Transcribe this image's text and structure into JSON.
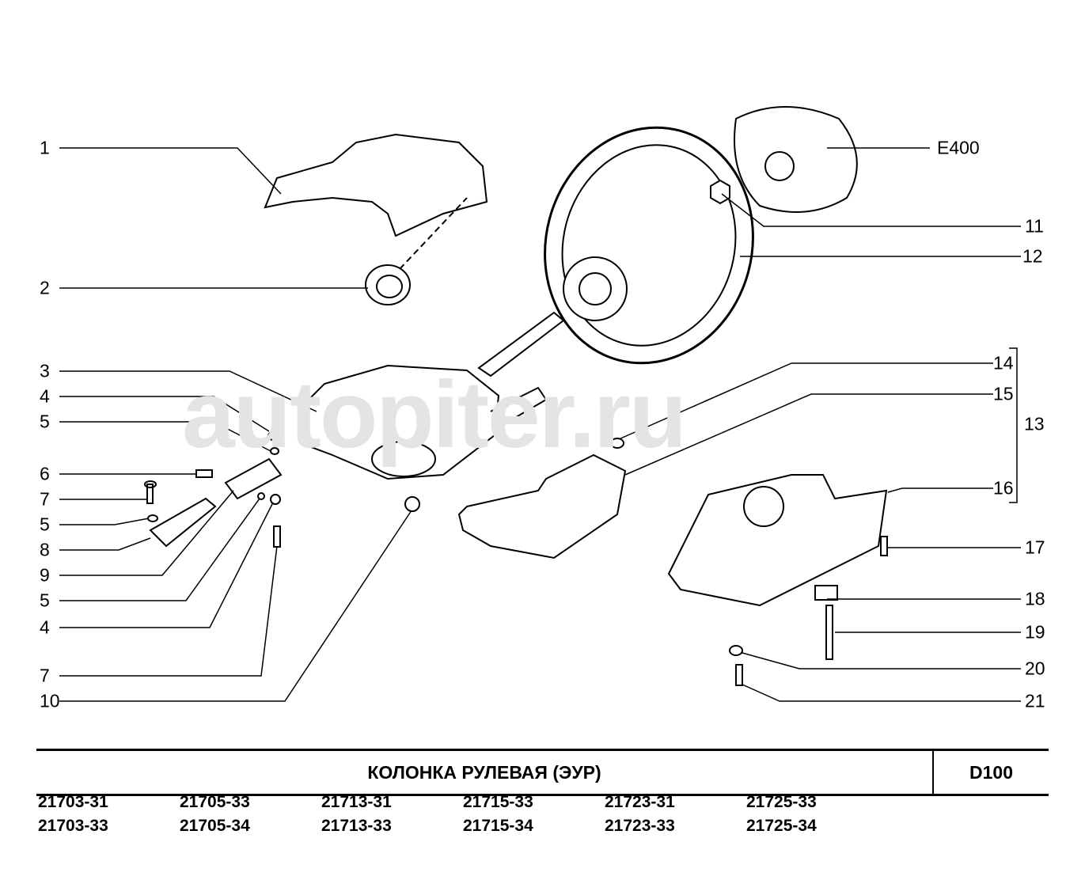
{
  "watermark": "autopiter.ru",
  "callouts_left": [
    "1",
    "2",
    "3",
    "4",
    "5",
    "6",
    "7",
    "5",
    "8",
    "9",
    "5",
    "4",
    "7",
    "10"
  ],
  "callouts_right": [
    "E400",
    "11",
    "12",
    "14",
    "15",
    "13",
    "16",
    "17",
    "18",
    "19",
    "20",
    "21"
  ],
  "title": "КОЛОНКА  РУЛЕВАЯ  (ЭУР)",
  "code": "D100",
  "models": [
    "21703-31",
    "21705-33",
    "21713-31",
    "21715-33",
    "21723-31",
    "21725-33",
    "21703-33",
    "21705-34",
    "21713-33",
    "21715-34",
    "21723-33",
    "21725-34"
  ]
}
